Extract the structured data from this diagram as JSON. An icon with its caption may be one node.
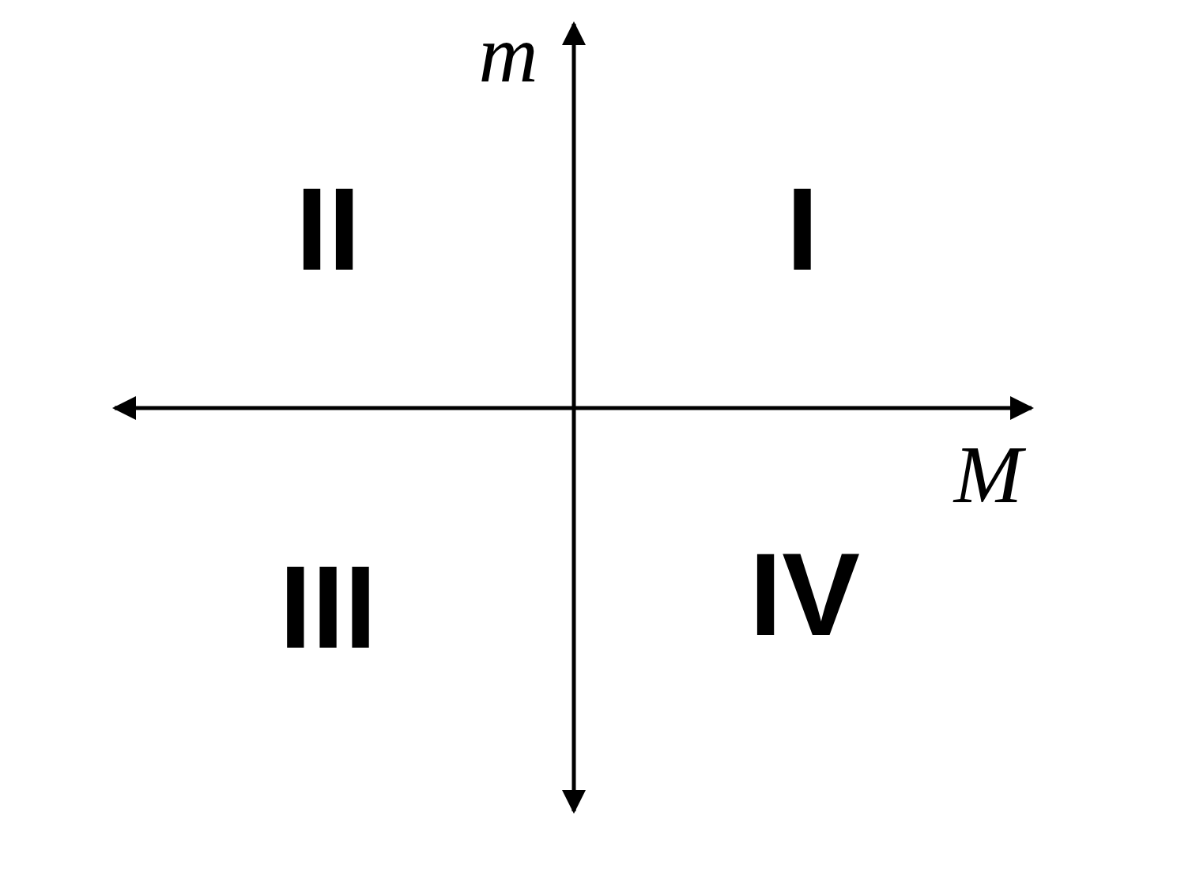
{
  "diagram": {
    "labels": [
      "m",
      "II",
      "I",
      "M",
      "III",
      "IV"
    ]
  }
}
